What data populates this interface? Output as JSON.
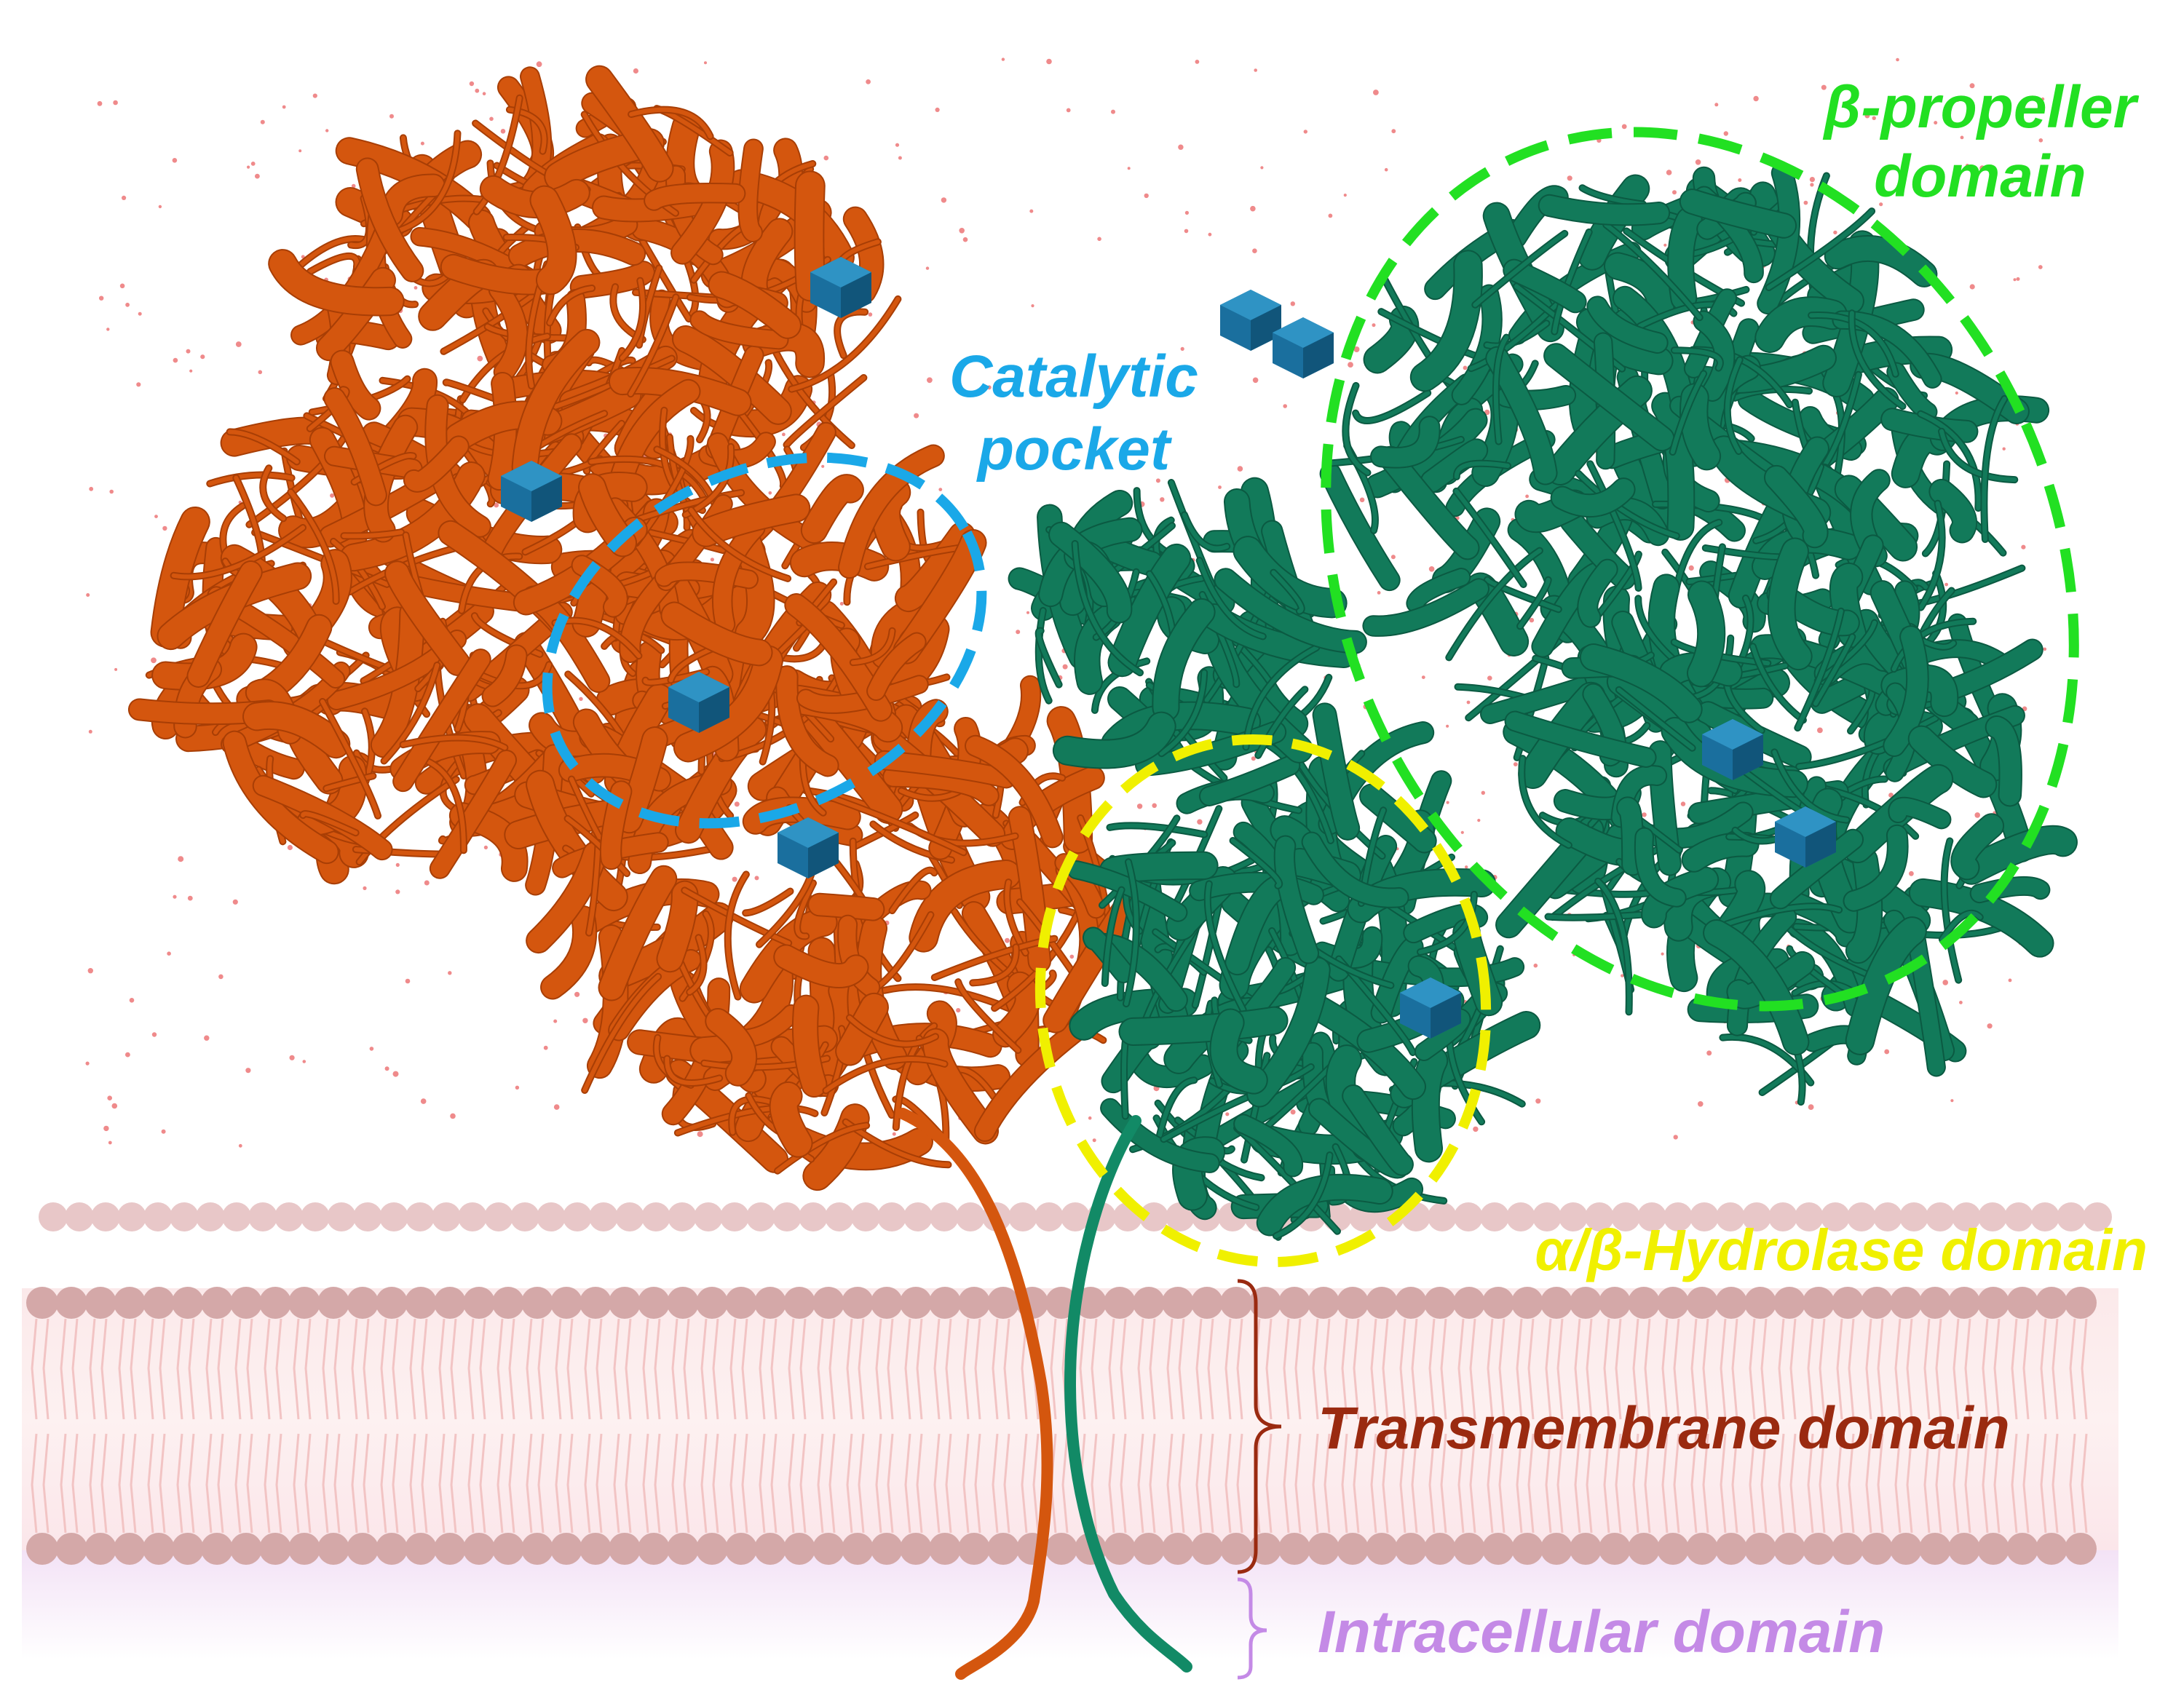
{
  "labels": {
    "beta_propeller_line1": "β-propeller",
    "beta_propeller_line2": "domain",
    "catalytic_line1": "Catalytic",
    "catalytic_line2": "pocket",
    "hydrolase": "α/β-Hydrolase domain",
    "transmembrane": "Transmembrane domain",
    "intracellular": "Intracellular domain"
  },
  "colors": {
    "orange_protein": "#d4560e",
    "green_protein": "#127a5a",
    "glycan_cube": "#1a6f9e",
    "beta_propeller": "#22e022",
    "catalytic": "#1aa8e8",
    "hydrolase": "#f0f000",
    "transmembrane": "#9a2a10",
    "intracellular": "#c48ae6",
    "lipid_head": "#d4a8a8",
    "lipid_tail": "#f2c4c4"
  }
}
